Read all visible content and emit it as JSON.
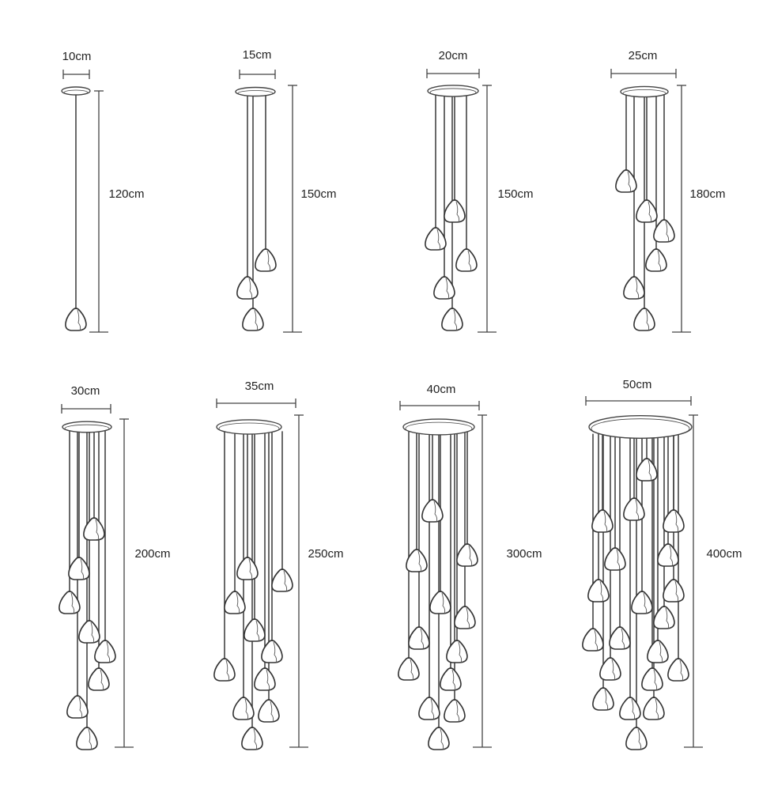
{
  "lamps": [
    {
      "width_label": "10cm",
      "height_label": "120cm"
    },
    {
      "width_label": "15cm",
      "height_label": "150cm"
    },
    {
      "width_label": "20cm",
      "height_label": "150cm"
    },
    {
      "width_label": "25cm",
      "height_label": "180cm"
    },
    {
      "width_label": "30cm",
      "height_label": "200cm"
    },
    {
      "width_label": "35cm",
      "height_label": "250cm"
    },
    {
      "width_label": "40cm",
      "height_label": "300cm"
    },
    {
      "width_label": "50cm",
      "height_label": "400cm"
    }
  ],
  "colors": {
    "line": "#444444",
    "text": "#222222"
  }
}
